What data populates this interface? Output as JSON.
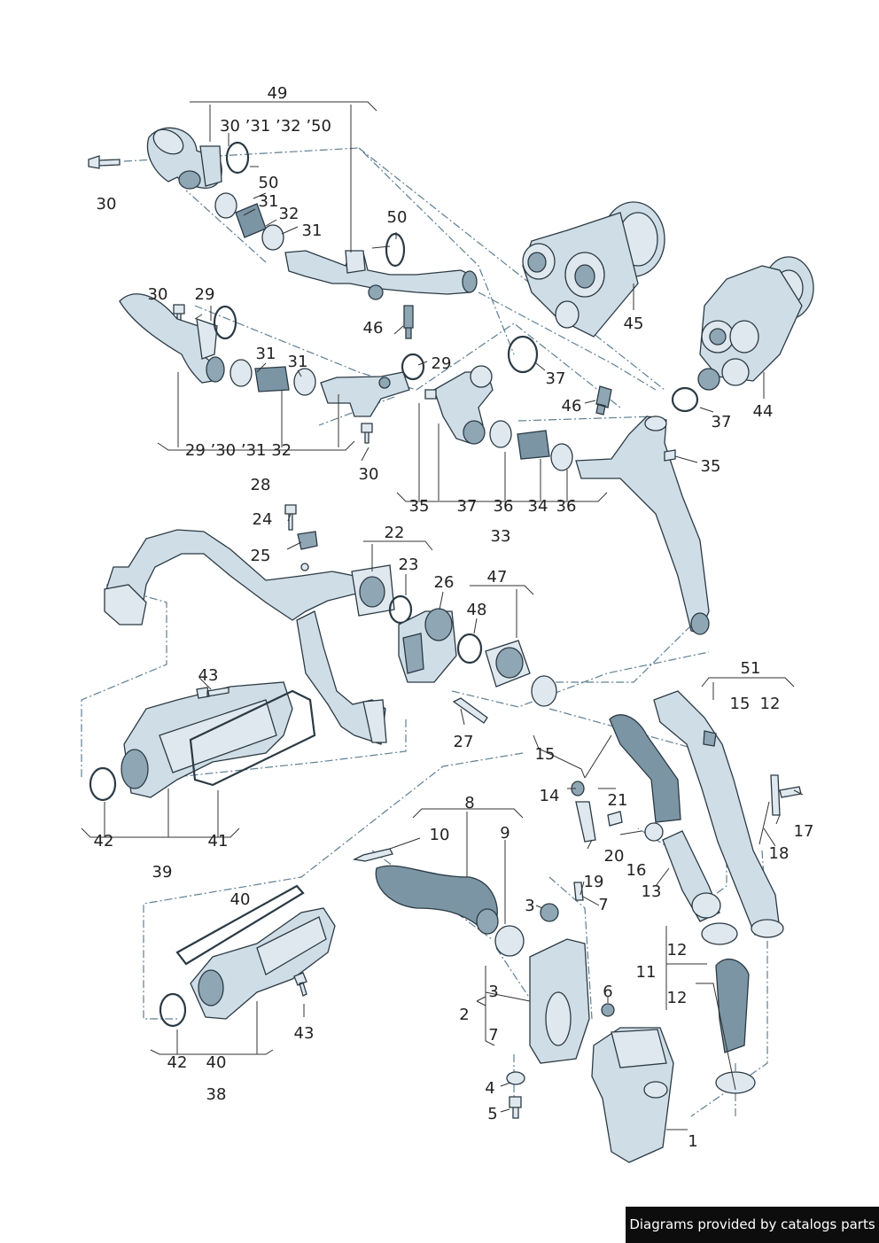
{
  "callouts": [
    {
      "id": "c49a",
      "text": "49"
    },
    {
      "id": "c30g",
      "text": "30 ’31 ’32 ’50"
    },
    {
      "id": "c30a",
      "text": "30"
    },
    {
      "id": "c50a",
      "text": "50"
    },
    {
      "id": "c31a",
      "text": "31"
    },
    {
      "id": "c32a",
      "text": "32"
    },
    {
      "id": "c31b",
      "text": "31"
    },
    {
      "id": "c50b",
      "text": "50"
    },
    {
      "id": "c30b",
      "text": "30"
    },
    {
      "id": "c29a",
      "text": "29"
    },
    {
      "id": "c46a",
      "text": "46"
    },
    {
      "id": "c45",
      "text": "45"
    },
    {
      "id": "c31c",
      "text": "31"
    },
    {
      "id": "c31d",
      "text": "31"
    },
    {
      "id": "c29b",
      "text": "29"
    },
    {
      "id": "c37a",
      "text": "37"
    },
    {
      "id": "c46b",
      "text": "46"
    },
    {
      "id": "c44",
      "text": "44"
    },
    {
      "id": "c37b",
      "text": "37"
    },
    {
      "id": "c29g",
      "text": "29 ’30 ’31  32"
    },
    {
      "id": "c30c",
      "text": "30"
    },
    {
      "id": "c35a",
      "text": "35"
    },
    {
      "id": "c28",
      "text": "28"
    },
    {
      "id": "c35g",
      "text": "35"
    },
    {
      "id": "c37g",
      "text": "37"
    },
    {
      "id": "c36a",
      "text": "36"
    },
    {
      "id": "c34",
      "text": "34"
    },
    {
      "id": "c36b",
      "text": "36"
    },
    {
      "id": "c33",
      "text": "33"
    },
    {
      "id": "c24",
      "text": "24"
    },
    {
      "id": "c25",
      "text": "25"
    },
    {
      "id": "c22",
      "text": "22"
    },
    {
      "id": "c23",
      "text": "23"
    },
    {
      "id": "c26",
      "text": "26"
    },
    {
      "id": "c47",
      "text": "47"
    },
    {
      "id": "c48",
      "text": "48"
    },
    {
      "id": "c43a",
      "text": "43"
    },
    {
      "id": "c51",
      "text": "51"
    },
    {
      "id": "c15a",
      "text": "15"
    },
    {
      "id": "c12a",
      "text": "12"
    },
    {
      "id": "c27",
      "text": "27"
    },
    {
      "id": "c15b",
      "text": "15"
    },
    {
      "id": "c14",
      "text": "14"
    },
    {
      "id": "c21",
      "text": "21"
    },
    {
      "id": "c17",
      "text": "17"
    },
    {
      "id": "c42a",
      "text": "42"
    },
    {
      "id": "c41",
      "text": "41"
    },
    {
      "id": "c8",
      "text": "8"
    },
    {
      "id": "c10",
      "text": "10"
    },
    {
      "id": "c9",
      "text": "9"
    },
    {
      "id": "c20",
      "text": "20"
    },
    {
      "id": "c16",
      "text": "16"
    },
    {
      "id": "c18",
      "text": "18"
    },
    {
      "id": "c39",
      "text": "39"
    },
    {
      "id": "c19",
      "text": "19"
    },
    {
      "id": "c13",
      "text": "13"
    },
    {
      "id": "c40a",
      "text": "40"
    },
    {
      "id": "c3a",
      "text": "3"
    },
    {
      "id": "c7a",
      "text": "7"
    },
    {
      "id": "c12b",
      "text": "12"
    },
    {
      "id": "c11",
      "text": "11"
    },
    {
      "id": "c3b",
      "text": "3"
    },
    {
      "id": "c6",
      "text": "6"
    },
    {
      "id": "c12c",
      "text": "12"
    },
    {
      "id": "c2",
      "text": "2"
    },
    {
      "id": "c43b",
      "text": "43"
    },
    {
      "id": "c7b",
      "text": "7"
    },
    {
      "id": "c42b",
      "text": "42"
    },
    {
      "id": "c40b",
      "text": "40"
    },
    {
      "id": "c4",
      "text": "4"
    },
    {
      "id": "c38",
      "text": "38"
    },
    {
      "id": "c5",
      "text": "5"
    },
    {
      "id": "c1",
      "text": "1"
    }
  ],
  "footer": {
    "text": "Diagrams provided by catalogs parts"
  },
  "colors": {
    "line": "#2b3a44",
    "dash": "#5f7f92",
    "pipe": "#cfdde6",
    "hose": "#7b95a4",
    "footer_bg": "#0d0d0d"
  }
}
